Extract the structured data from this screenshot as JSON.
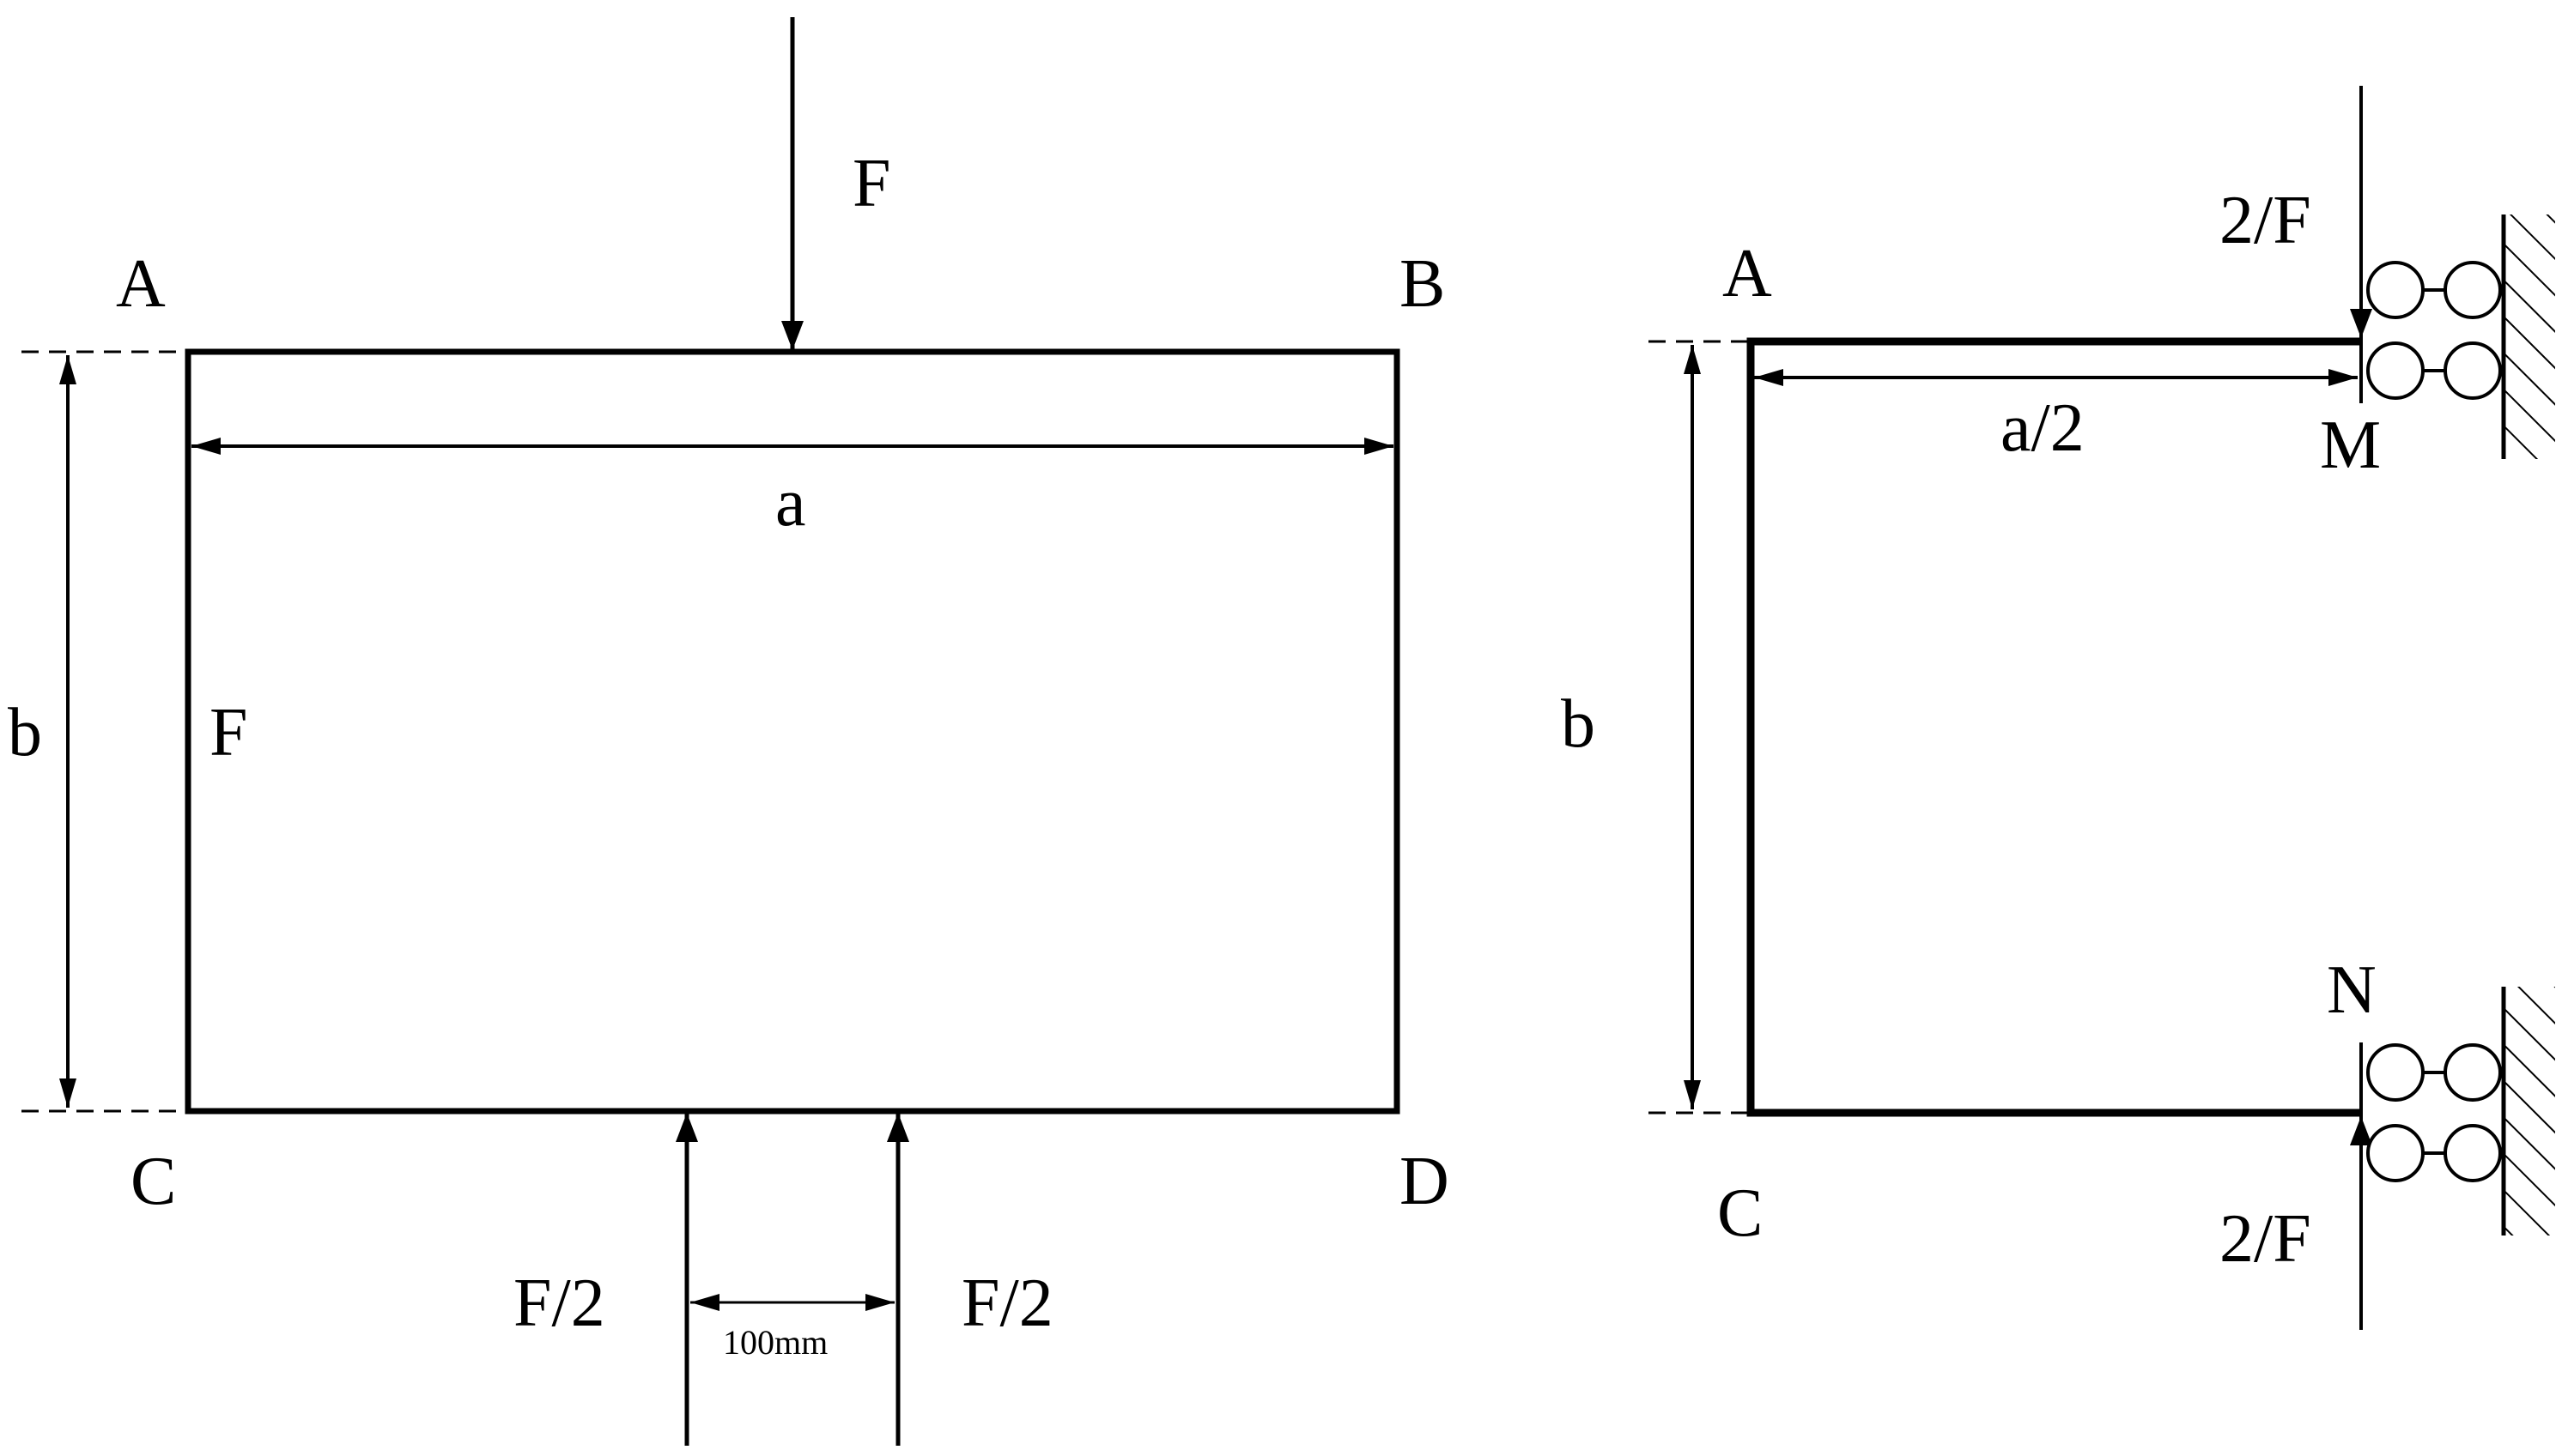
{
  "left": {
    "corner_a": "A",
    "corner_b": "B",
    "corner_c": "C",
    "corner_d": "D",
    "force_top": "F",
    "dim_a": "a",
    "dim_b": "b",
    "side_label": "F",
    "force_bottom_left": "F/2",
    "force_bottom_right": "F/2",
    "spacing": "100mm"
  },
  "right": {
    "corner_a": "A",
    "corner_c": "C",
    "dim_half_a": "a/2",
    "dim_b": "b",
    "support_top": "M",
    "support_bottom": "N",
    "force_top": "2/F",
    "force_bottom": "2/F"
  }
}
